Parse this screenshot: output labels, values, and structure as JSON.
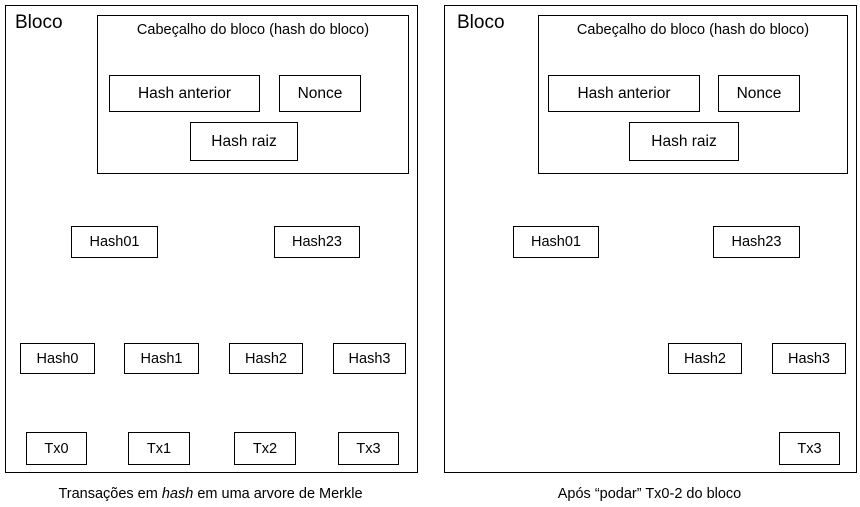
{
  "left": {
    "block_title": "Bloco",
    "header_title": "Cabeçalho do bloco (hash do bloco)",
    "prev_hash": "Hash anterior",
    "nonce": "Nonce",
    "root_hash": "Hash raiz",
    "hash01": "Hash01",
    "hash23": "Hash23",
    "hash0": "Hash0",
    "hash1": "Hash1",
    "hash2": "Hash2",
    "hash3": "Hash3",
    "tx0": "Tx0",
    "tx1": "Tx1",
    "tx2": "Tx2",
    "tx3": "Tx3",
    "caption_pre": "Transações em ",
    "caption_em": "hash",
    "caption_post": " em uma arvore de Merkle"
  },
  "right": {
    "block_title": "Bloco",
    "header_title": "Cabeçalho do bloco (hash do bloco)",
    "prev_hash": "Hash anterior",
    "nonce": "Nonce",
    "root_hash": "Hash raiz",
    "hash01": "Hash01",
    "hash23": "Hash23",
    "hash2": "Hash2",
    "hash3": "Hash3",
    "tx3": "Tx3",
    "caption": "Após “podar” Tx0-2 do bloco"
  }
}
